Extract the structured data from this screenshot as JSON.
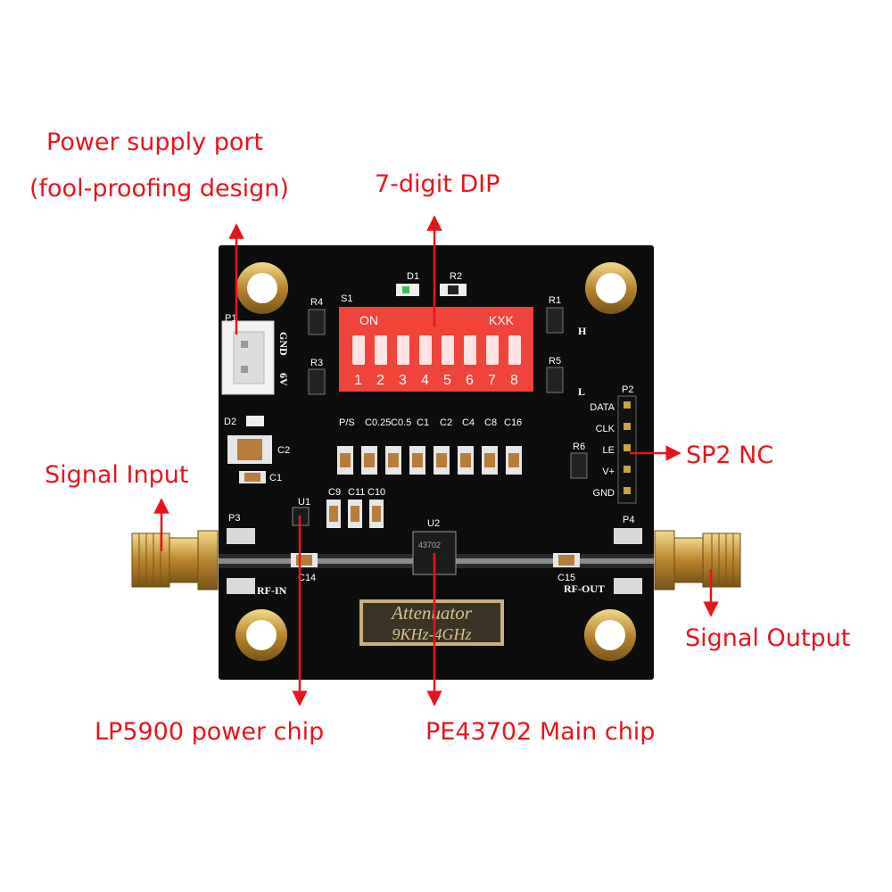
{
  "callouts": {
    "power_port_line1": "Power supply port",
    "power_port_line2": "(fool-proofing design)",
    "dip": "7-digit DIP",
    "signal_input": "Signal Input",
    "sp2": "SP2 NC",
    "signal_output": "Signal Output",
    "lp5900": "LP5900 power chip",
    "pe43702": "PE43702 Main chip"
  },
  "silkscreen": {
    "dip_on": "ON",
    "dip_brand": "KXK",
    "dip_numbers": [
      "1",
      "2",
      "3",
      "4",
      "5",
      "6",
      "7",
      "8"
    ],
    "ps_labels": [
      "P/S",
      "C0.25",
      "C0.5",
      "C1",
      "C2",
      "C4",
      "C8",
      "C16"
    ],
    "port_gnd": "GND",
    "port_6v": "6V",
    "header_pins": [
      "DATA",
      "CLK",
      "LE",
      "V+",
      "GND"
    ],
    "p2": "P2",
    "p3": "P3",
    "p4": "P4",
    "p1": "P1",
    "s1": "S1",
    "d1": "D1",
    "d2": "D2",
    "r1": "R1",
    "r2": "R2",
    "r3": "R3",
    "r4": "R4",
    "r5": "R5",
    "r6": "R6",
    "c1": "C1",
    "c2": "C2",
    "c9": "C9",
    "c10": "C10",
    "c11": "C11",
    "c14": "C14",
    "c15": "C15",
    "u1": "U1",
    "u2": "U2",
    "h": "H",
    "l": "L",
    "rf_in": "RF-IN",
    "rf_out": "RF-OUT",
    "attenuator": "Attenuator",
    "freq": "9KHz-4GHz",
    "chip_marking": "43702"
  },
  "colors": {
    "accent": "#e8141b",
    "board": "#0d0d0d",
    "dip": "#f0433a",
    "gold": "#c9a24a"
  }
}
